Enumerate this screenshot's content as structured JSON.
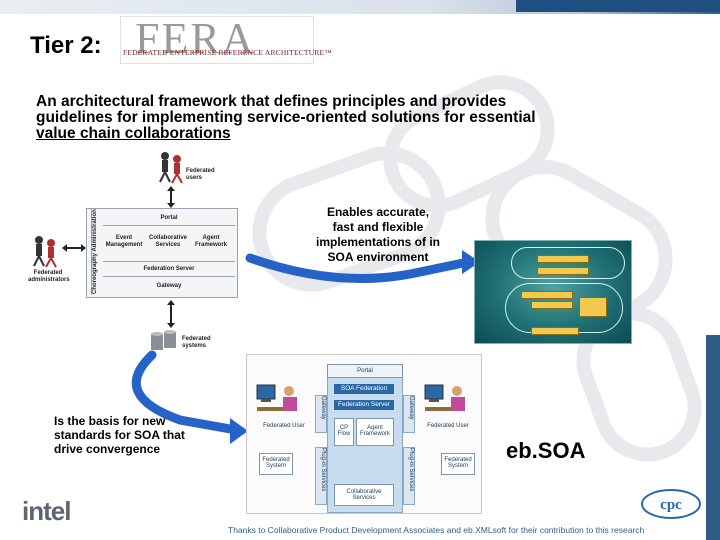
{
  "slide": {
    "heading": "Tier 2:",
    "logo": {
      "big_text": "FERA",
      "small_text": "FEDERATED ENTERPRISE REFERENCE ARCHITECTURE™"
    },
    "description_line1": "An architectural framework that defines principles and provides",
    "description_line2": "guidelines for implementing service-oriented solutions for essential",
    "description_line3": "value chain collaborations",
    "callout_right": "Enables accurate, fast and flexible implementations of in SOA environment",
    "callout_left": "Is the basis for new standards for SOA that drive convergence",
    "ebsoa": "eb.SOA",
    "footer": "Thanks to Collaborative Product Development Associates and eb.XMLsoft for their contribution to this research",
    "intel_logo": "intel",
    "cpc_logo": "cpc"
  },
  "fera_diagram": {
    "federated_users": "Federated users",
    "federated_administrators": "Federated administrators",
    "federated_systems": "Federated systems",
    "side_label": "Choreography Administration",
    "portal": "Portal",
    "event_management": "Event Management",
    "collaborative_services": "Collaborative Services",
    "agent_framework": "Agent Framework",
    "federation_server": "Federation Server",
    "gateway": "Gateway"
  },
  "soa_diagram": {
    "portal": "Portal",
    "soa_federation": "SOA Federation",
    "federation_server": "Federation Server",
    "cp_flow": "CP Flow",
    "agent_framework": "Agent Framework",
    "collaborative_services": "Collaborative Services",
    "federated_user_left": "Federated User",
    "federated_user_right": "Federated User",
    "federated_system_left": "Federated System",
    "federated_system_right": "Federated System",
    "gateway_left": "Gateway",
    "gateway_right": "Gateway",
    "plugin_left": "Plug-in Services",
    "plugin_right": "Plug-in Services"
  },
  "colors": {
    "accent_blue": "#1f4f80",
    "arrow_blue": "#2563c9",
    "footer_blue": "#2e5f8f"
  }
}
